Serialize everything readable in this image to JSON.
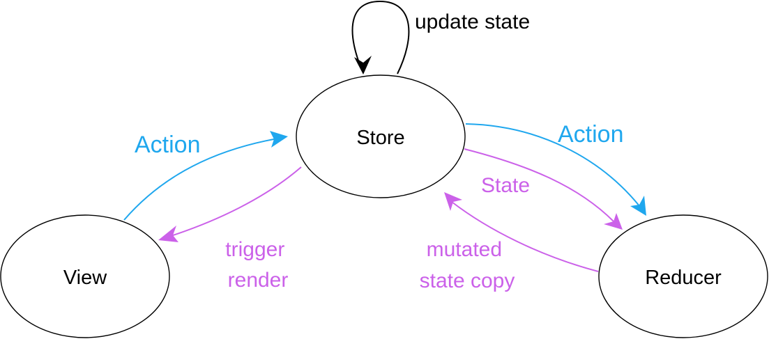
{
  "colors": {
    "action": "#1fa7ee",
    "state": "#cb61e9",
    "node_stroke": "#000000"
  },
  "nodes": {
    "store": "Store",
    "view": "View",
    "reducer": "Reducer"
  },
  "edges": {
    "update_state": "update state",
    "view_to_store": "Action",
    "store_to_reducer": "Action",
    "store_to_reducer_state": "State",
    "store_to_view": [
      "trigger",
      "render"
    ],
    "reducer_to_store": [
      "mutated",
      "state copy"
    ]
  }
}
